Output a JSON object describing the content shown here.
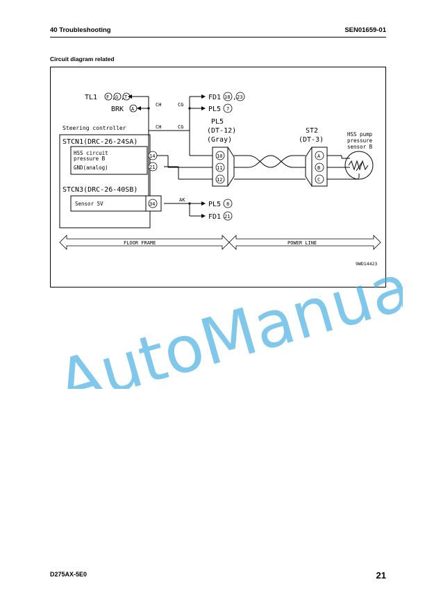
{
  "header": {
    "chapter": "40 Troubleshooting",
    "doc_code": "SEN01659-01"
  },
  "section": {
    "title": "Circuit diagram related"
  },
  "diagram": {
    "tl1": "TL1",
    "tl1_comma": ",",
    "tl1_f": "F",
    "tl1_g": "G",
    "tl1_t": "T",
    "brk": "BRK",
    "brk_a": "A",
    "fd1_top": "FD1",
    "fd1_18": "18",
    "fd1_comma": ",",
    "fd1_23": "23",
    "pl5_top": "PL5",
    "pl5_7": "7",
    "ch_top": "CH",
    "cg_top": "CG",
    "ch_mid": "CH",
    "cg_mid": "CG",
    "steering_controller": "Steering controller",
    "stcn1": "STCN1(DRC-26-24SA)",
    "hss_circuit_line1": "HSS circuit",
    "hss_circuit_line2": "pressure B",
    "gnd_analog": "GND(analog)",
    "pin14": "14",
    "pin21": "21",
    "stcn3": "STCN3(DRC-26-40SB)",
    "sensor5v": "Sensor 5V",
    "pin34": "34",
    "pl5_name": "PL5",
    "pl5_type": "(DT-12)",
    "pl5_color": "(Gray)",
    "pl5_pin10": "10",
    "pl5_pin11": "11",
    "pl5_pin12": "12",
    "st2_name": "ST2",
    "st2_type": "(DT-3)",
    "st2_a": "A",
    "st2_b": "B",
    "st2_c": "C",
    "hss_pump_line1": "HSS pump",
    "hss_pump_line2": "pressure",
    "hss_pump_line3": "sensor B",
    "ak": "AK",
    "pl5_bot": "PL5",
    "pl5_8": "8",
    "fd1_bot": "FD1",
    "fd1_21": "21",
    "floor_frame": "FLOOR FRAME",
    "power_line": "POWER LINE",
    "fig_code": "9WD14423"
  },
  "footer": {
    "model": "D275AX-5E0",
    "page": "21"
  },
  "watermark": {
    "text": "AutoManual",
    "color": "#3aa9e0"
  }
}
